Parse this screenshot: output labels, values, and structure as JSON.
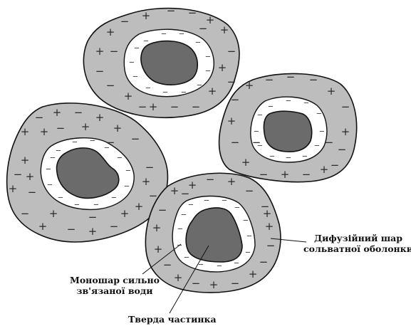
{
  "labels": {
    "diffuse_line1": "Дифузійний шар",
    "diffuse_line2": "сольватної оболонки",
    "mono_line1": "Моношар сильно",
    "mono_line2": "зв'язаної води",
    "solid": "Тверда частинка"
  },
  "signs": {
    "plus": "+",
    "minus": "−"
  },
  "colors": {
    "diffuse_layer": "#bdbdbd",
    "bound_water": "#ffffff",
    "solid_particle": "#6b6b6b",
    "outline": "#111111"
  }
}
